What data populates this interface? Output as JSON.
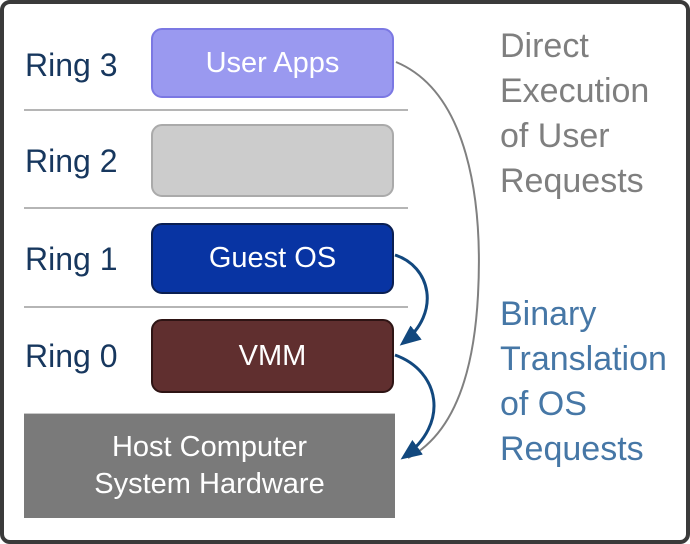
{
  "rings": [
    {
      "label": "Ring 3",
      "box_label": "User Apps"
    },
    {
      "label": "Ring 2",
      "box_label": ""
    },
    {
      "label": "Ring 1",
      "box_label": "Guest OS"
    },
    {
      "label": "Ring 0",
      "box_label": "VMM"
    }
  ],
  "hardware": {
    "line1": "Host Computer",
    "line2": "System Hardware"
  },
  "annotations": {
    "direct_execution": {
      "lines": [
        "Direct",
        "Execution",
        "of User",
        "Requests"
      ],
      "color": "#7f7f7f"
    },
    "binary_translation": {
      "lines": [
        "Binary",
        "Translation",
        "of OS",
        "Requests"
      ],
      "color": "#4677a6"
    }
  },
  "arrows": {
    "direct_execution_arrow": {
      "from": "User Apps",
      "to": "Host Computer System Hardware",
      "color": "#808080"
    },
    "guest_os_to_vmm_arrow": {
      "from": "Guest OS",
      "to": "VMM",
      "color": "#12487e"
    },
    "vmm_to_hardware_arrow": {
      "from": "VMM",
      "to": "Host Computer System Hardware",
      "color": "#12487e"
    }
  },
  "colors": {
    "user_apps_fill": "#9a99f0",
    "user_apps_border": "#7b78e3",
    "ring2_fill": "#cccccc",
    "guest_os_fill": "#0834a3",
    "vmm_fill": "#602f2f",
    "hardware_fill": "#7a7a7a",
    "ring_label_text": "#17375e",
    "frame_border": "#3a3a3a"
  }
}
